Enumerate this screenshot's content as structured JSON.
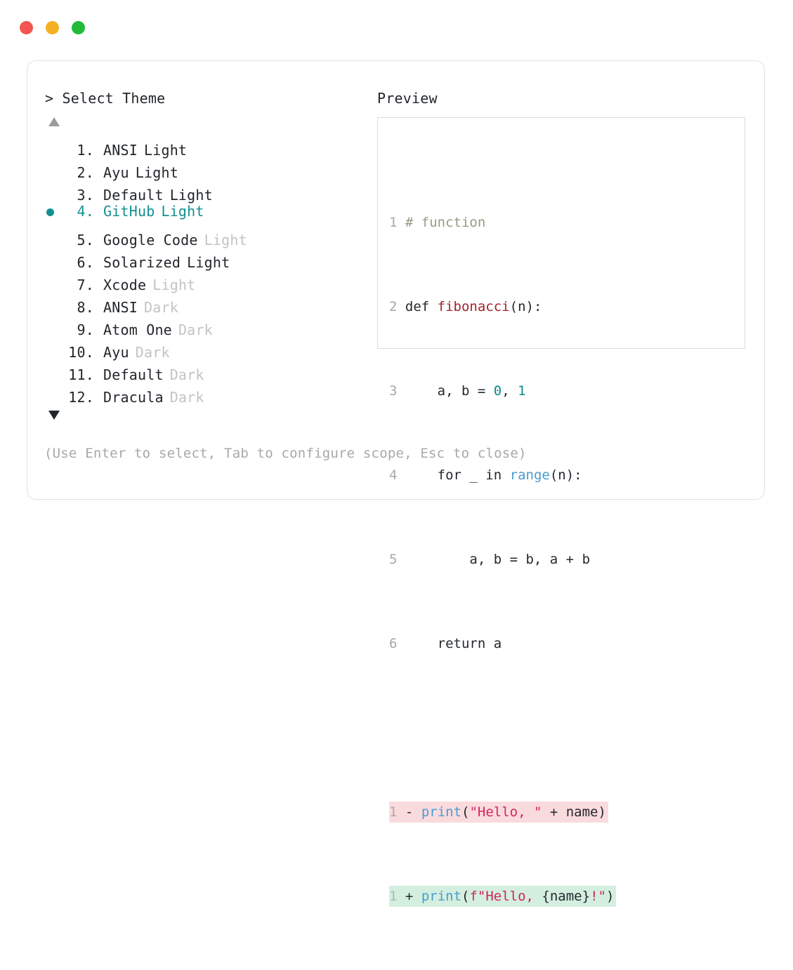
{
  "window": {
    "dots": [
      {
        "name": "close-dot",
        "color": "#f2564f"
      },
      {
        "name": "minimize-dot",
        "color": "#f5b023"
      },
      {
        "name": "maximize-dot",
        "color": "#22bb39"
      }
    ]
  },
  "prompt": {
    "marker": ">",
    "title": "Select Theme",
    "full_title": "> Select Theme"
  },
  "preview": {
    "title": "Preview"
  },
  "scroll": {
    "up_arrow": "▲",
    "down_arrow": "▼",
    "up_active": false,
    "down_active": true
  },
  "list": {
    "selected_index": 4,
    "items": [
      {
        "index": "1.",
        "name": "ANSI",
        "variant": "Light",
        "variant_dim": false,
        "selected": false
      },
      {
        "index": "2.",
        "name": "Ayu",
        "variant": "Light",
        "variant_dim": false,
        "selected": false
      },
      {
        "index": "3.",
        "name": "Default",
        "variant": "Light",
        "variant_dim": false,
        "selected": false
      },
      {
        "index": "4.",
        "name": "GitHub",
        "variant": "Light",
        "variant_dim": false,
        "selected": true
      },
      {
        "index": "5.",
        "name": "Google Code",
        "variant": "Light",
        "variant_dim": true,
        "selected": false
      },
      {
        "index": "6.",
        "name": "Solarized",
        "variant": "Light",
        "variant_dim": false,
        "selected": false
      },
      {
        "index": "7.",
        "name": "Xcode",
        "variant": "Light",
        "variant_dim": true,
        "selected": false
      },
      {
        "index": "8.",
        "name": "ANSI",
        "variant": "Dark",
        "variant_dim": true,
        "selected": false
      },
      {
        "index": "9.",
        "name": "Atom One",
        "variant": "Dark",
        "variant_dim": true,
        "selected": false
      },
      {
        "index": "10.",
        "name": "Ayu",
        "variant": "Dark",
        "variant_dim": true,
        "selected": false
      },
      {
        "index": "11.",
        "name": "Default",
        "variant": "Dark",
        "variant_dim": true,
        "selected": false
      },
      {
        "index": "12.",
        "name": "Dracula",
        "variant": "Dark",
        "variant_dim": true,
        "selected": false
      }
    ]
  },
  "code": {
    "language": "python",
    "lines": [
      {
        "n": "1",
        "text": "# function"
      },
      {
        "n": "2",
        "text": "def fibonacci(n):"
      },
      {
        "n": "3",
        "text": "    a, b = 0, 1"
      },
      {
        "n": "4",
        "text": "    for _ in range(n):"
      },
      {
        "n": "5",
        "text": "        a, b = b, a + b"
      },
      {
        "n": "6",
        "text": "    return a"
      }
    ],
    "diff": [
      {
        "n": "1",
        "sign": "-",
        "text": "print(\"Hello, \" + name)",
        "kind": "deletion"
      },
      {
        "n": "1",
        "sign": "+",
        "text": "print(f\"Hello, {name}!\")",
        "kind": "addition"
      }
    ]
  },
  "hint": {
    "text": "(Use Enter to select, Tab to configure scope, Esc to close)"
  },
  "colors": {
    "accent_teal": "#148f8f",
    "diff_del_bg": "#fadbdd",
    "diff_add_bg": "#d4efdf",
    "text": "#22262b",
    "dim_text": "#c3c3c6",
    "border": "#e2e2e4"
  }
}
